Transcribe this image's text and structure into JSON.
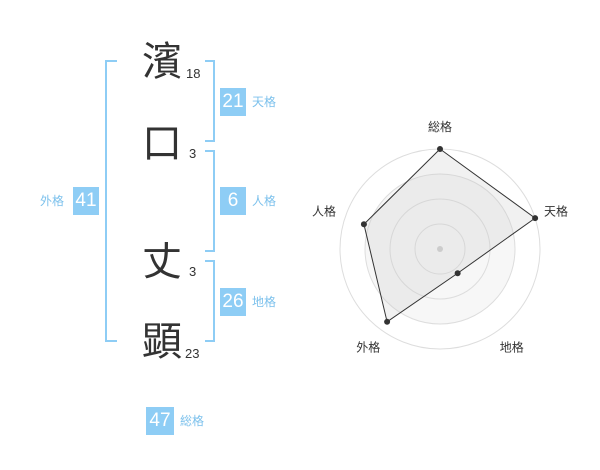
{
  "name": {
    "chars": [
      {
        "char": "濱",
        "strokes": "18"
      },
      {
        "char": "口",
        "strokes": "3"
      },
      {
        "char": "丈",
        "strokes": "3"
      },
      {
        "char": "顕",
        "strokes": "23"
      }
    ]
  },
  "kakusuu": {
    "tenkaku": {
      "value": "21",
      "label": "天格"
    },
    "jinkaku": {
      "value": "6",
      "label": "人格"
    },
    "chikaku": {
      "value": "26",
      "label": "地格"
    },
    "gaikaku": {
      "value": "41",
      "label": "外格"
    },
    "soukaku": {
      "value": "47",
      "label": "総格"
    }
  },
  "colors": {
    "accent": "#8ecdf5",
    "accent_text": "#7cc1ec",
    "text": "#333333"
  },
  "chart_data": {
    "type": "radar",
    "axes": [
      "総格",
      "天格",
      "地格",
      "外格",
      "人格"
    ],
    "values": [
      1.0,
      1.0,
      0.3,
      0.9,
      0.8
    ],
    "max": 1.0,
    "rings": 4,
    "grid": true
  }
}
